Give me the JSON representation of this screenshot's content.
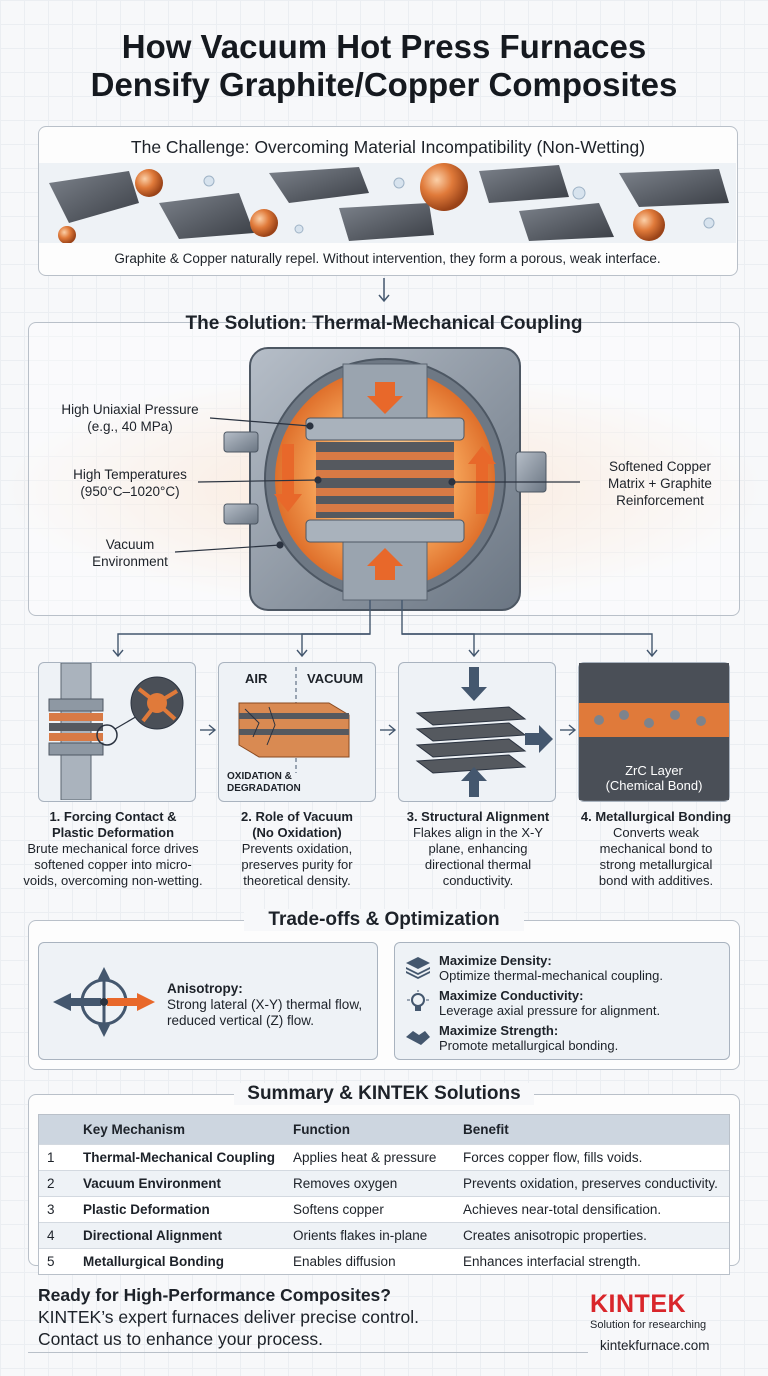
{
  "title": {
    "line1": "How Vacuum Hot Press Furnaces",
    "line2": "Densify Graphite/Copper Composites"
  },
  "challenge": {
    "heading": "The Challenge: Overcoming Material Incompatibility (Non-Wetting)",
    "caption": "Graphite & Copper naturally repel. Without intervention, they form a porous, weak interface."
  },
  "solution": {
    "heading": "The Solution: Thermal-Mechanical Coupling",
    "labels": {
      "pressure_1": "High Uniaxial Pressure",
      "pressure_2": "(e.g., 40 MPa)",
      "temp_1": "High Temperatures",
      "temp_2": "(950°C–1020°C)",
      "vacuum_1": "Vacuum",
      "vacuum_2": "Environment",
      "matrix_1": "Softened Copper",
      "matrix_2": "Matrix + Graphite",
      "matrix_3": "Reinforcement"
    }
  },
  "steps": [
    {
      "title_1": "1. Forcing Contact &",
      "title_2": "Plastic Deformation",
      "desc_1": "Brute mechanical force drives",
      "desc_2": "softened copper into micro-",
      "desc_3": "voids, overcoming non-wetting.",
      "desc_4": ""
    },
    {
      "title_1": "2. Role of Vacuum",
      "title_2": "(No Oxidation)",
      "desc_1": "Prevents oxidation,",
      "desc_2": "preserves purity for",
      "desc_3": "theoretical density.",
      "desc_4": "",
      "air": "AIR",
      "vacuum": "VACUUM",
      "oxid_1": "OXIDATION &",
      "oxid_2": "DEGRADATION"
    },
    {
      "title_1": "3. Structural Alignment",
      "title_2": "",
      "desc_1": "Flakes align in the X-Y",
      "desc_2": "plane, enhancing",
      "desc_3": "directional thermal",
      "desc_4": "conductivity."
    },
    {
      "title_1": "4. Metallurgical Bonding",
      "title_2": "",
      "desc_1": "Converts weak",
      "desc_2": "mechanical bond to",
      "desc_3": "strong metallurgical",
      "desc_4": "bond with additives.",
      "zrc_1": "ZrC Layer",
      "zrc_2": "(Chemical Bond)"
    }
  ],
  "tradeoffs": {
    "heading": "Trade-offs & Optimization",
    "anisotropy_title": "Anisotropy:",
    "anisotropy_1": "Strong lateral (X-Y) thermal flow,",
    "anisotropy_2": "reduced vertical (Z) flow.",
    "items": [
      {
        "title": "Maximize Density:",
        "desc": "Optimize thermal-mechanical coupling.",
        "icon": "layers-icon"
      },
      {
        "title": "Maximize Conductivity:",
        "desc": "Leverage axial pressure for alignment.",
        "icon": "lightbulb-icon"
      },
      {
        "title": "Maximize Strength:",
        "desc": "Promote metallurgical bonding.",
        "icon": "handshake-icon"
      }
    ]
  },
  "summary": {
    "heading": "Summary & KINTEK Solutions",
    "columns": [
      "",
      "Key Mechanism",
      "Function",
      "Benefit"
    ],
    "rows": [
      [
        "1",
        "Thermal-Mechanical Coupling",
        "Applies heat & pressure",
        "Forces copper flow, fills voids."
      ],
      [
        "2",
        "Vacuum Environment",
        "Removes oxygen",
        "Prevents oxidation, preserves conductivity."
      ],
      [
        "3",
        "Plastic Deformation",
        "Softens copper",
        "Achieves near-total densification."
      ],
      [
        "4",
        "Directional Alignment",
        "Orients flakes in-plane",
        "Creates anisotropic properties."
      ],
      [
        "5",
        "Metallurgical Bonding",
        "Enables diffusion",
        "Enhances interfacial strength."
      ]
    ]
  },
  "cta": {
    "heading": "Ready for High-Performance Composites?",
    "line1": "KINTEK’s expert furnaces deliver precise control.",
    "line2": "Contact us to enhance your process.",
    "brand": "KINTEK",
    "tagline": "Solution for researching",
    "website": "kintekfurnace.com"
  },
  "colors": {
    "copper": "#e07a3a",
    "graphite": "#4a4f57",
    "accent": "#d9262b",
    "arrow": "#44576e"
  }
}
